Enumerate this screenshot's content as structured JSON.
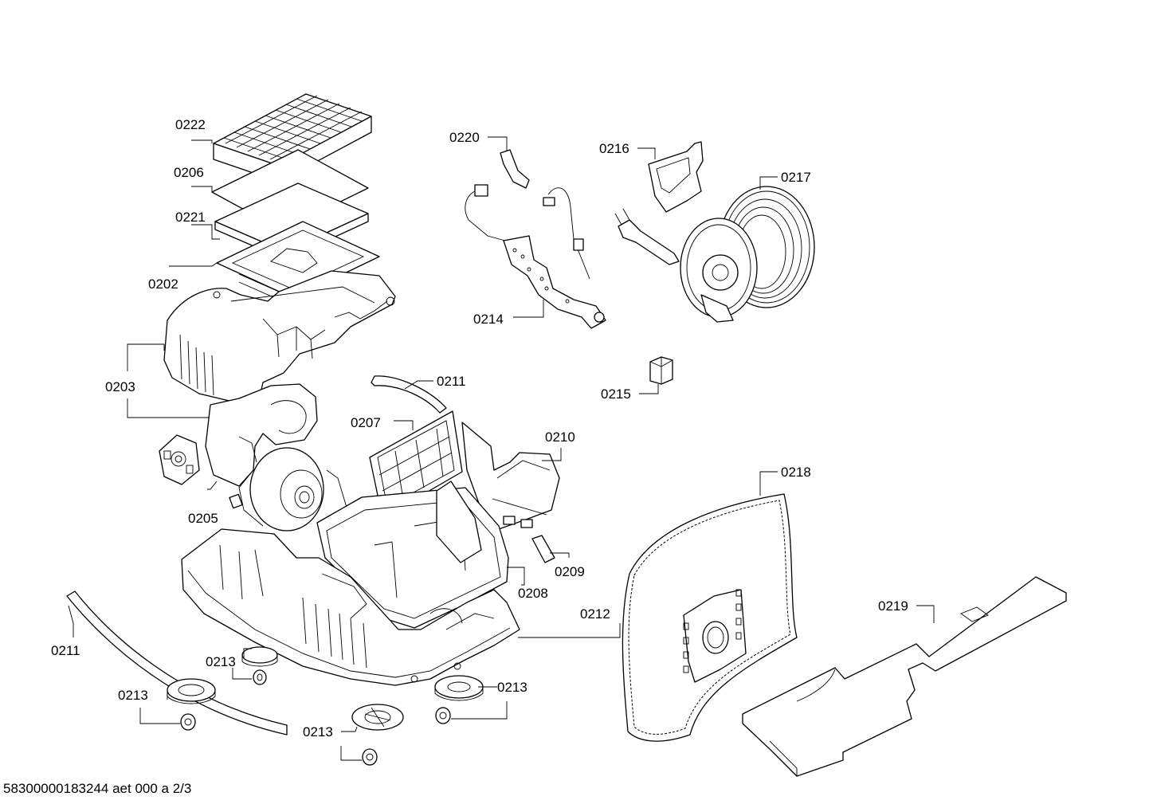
{
  "callouts": {
    "c0222": "0222",
    "c0206": "0206",
    "c0221": "0221",
    "c0202": "0202",
    "c0203": "0203",
    "c0205": "0205",
    "c0207": "0207",
    "c0211_top": "0211",
    "c0210": "0210",
    "c0209": "0209",
    "c0208": "0208",
    "c0212": "0212",
    "c0211_left": "0211",
    "c0213_a": "0213",
    "c0213_b": "0213",
    "c0213_c": "0213",
    "c0213_d": "0213",
    "c0220": "0220",
    "c0214": "0214",
    "c0216": "0216",
    "c0217": "0217",
    "c0215": "0215",
    "c0218": "0218",
    "c0219": "0219"
  },
  "footer": "58300000183244 aet 000 a 2/3"
}
